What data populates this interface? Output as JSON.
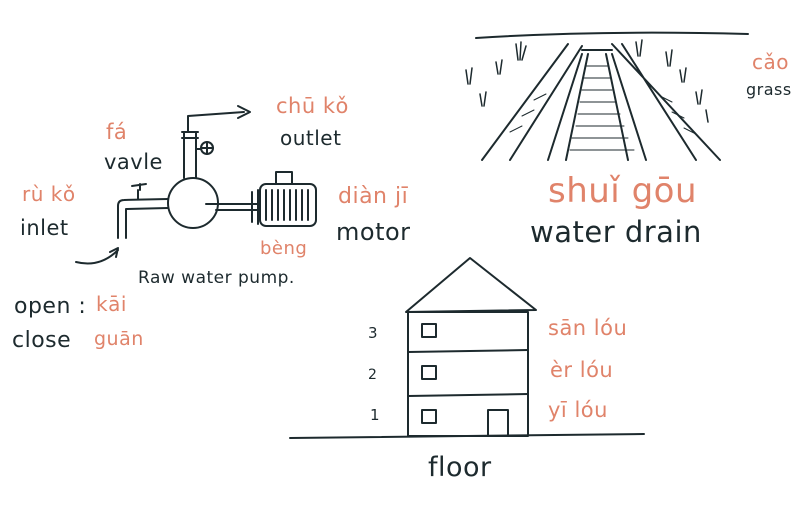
{
  "colors": {
    "ink": "#1d2a2e",
    "pinyin": "#e0836a",
    "background": "#ffffff"
  },
  "pump": {
    "inlet_pinyin": "rù kǒ",
    "inlet_en": "inlet",
    "valve_pinyin": "fá",
    "valve_en": "vavle",
    "outlet_pinyin": "chū kǒ",
    "outlet_en": "outlet",
    "motor_pinyin": "diàn jī",
    "motor_en": "motor",
    "pump_pinyin": "bèng",
    "caption": "Raw water pump."
  },
  "vocab": {
    "open_en": "open :",
    "open_pinyin": "kāi",
    "close_en": "close",
    "close_pinyin": "guān"
  },
  "drain": {
    "grass_pinyin": "cǎo",
    "grass_en": "grass",
    "drain_pinyin": "shuǐ gōu",
    "drain_en": "water drain"
  },
  "building": {
    "floor_numbers": [
      "3",
      "2",
      "1"
    ],
    "third_floor_pinyin": "sān lóu",
    "second_floor_pinyin": "èr lóu",
    "first_floor_pinyin": "yī lóu",
    "caption": "floor"
  }
}
